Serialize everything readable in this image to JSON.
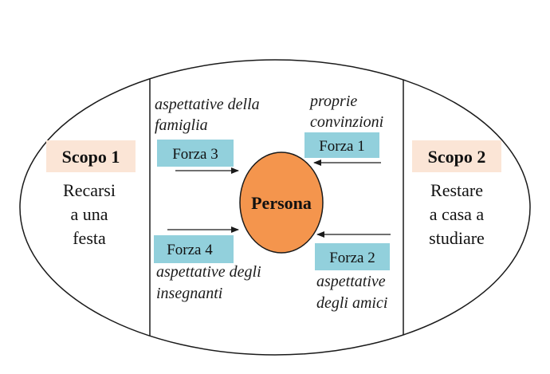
{
  "colors": {
    "goal_box": "#fbe5d6",
    "force_box": "#92d0dc",
    "person_fill": "#f4954d",
    "stroke": "#1a1a1a"
  },
  "goal_left": {
    "title": "Scopo 1",
    "lines": [
      "Recarsi",
      "a una",
      "festa"
    ]
  },
  "goal_right": {
    "title": "Scopo 2",
    "lines": [
      "Restare",
      "a casa a",
      "studiare"
    ]
  },
  "person": {
    "label": "Persona"
  },
  "forces": {
    "f3": {
      "label": "Forza 3",
      "desc": [
        "aspettative della",
        "famiglia"
      ]
    },
    "f1": {
      "label": "Forza 1",
      "desc": [
        "proprie",
        "convinzioni"
      ]
    },
    "f4": {
      "label": "Forza 4",
      "desc": [
        "aspettative degli",
        "insegnanti"
      ]
    },
    "f2": {
      "label": "Forza 2",
      "desc": [
        "aspettative",
        "degli amici"
      ]
    }
  }
}
